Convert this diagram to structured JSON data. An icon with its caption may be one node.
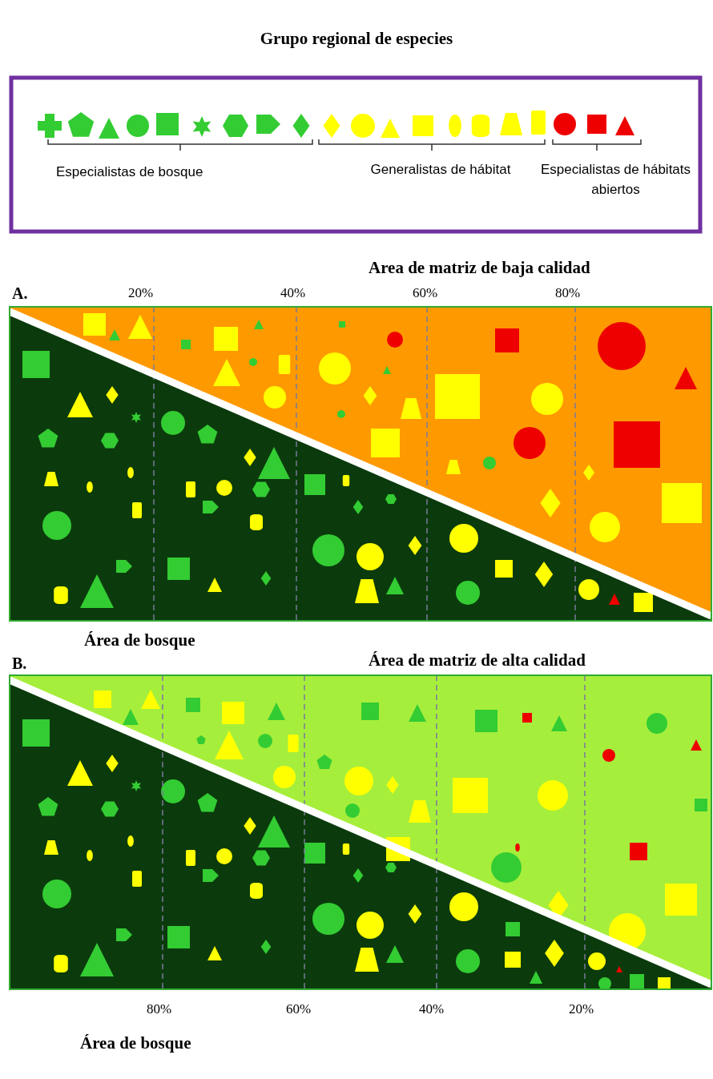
{
  "diagram": {
    "title": "Grupo regional de especies",
    "labels": [
      "Especialistas de bosque",
      "Generalistas de hábitat",
      "Especialistas de hábitats abiertos",
      "A.",
      "Area de matriz de baja calidad",
      "20%",
      "40%",
      "60%",
      "80%",
      "Área de bosque",
      "B.",
      "Área de matriz de alta calidad",
      "80%",
      "60%",
      "40%",
      "20%",
      "Área de bosque"
    ]
  }
}
